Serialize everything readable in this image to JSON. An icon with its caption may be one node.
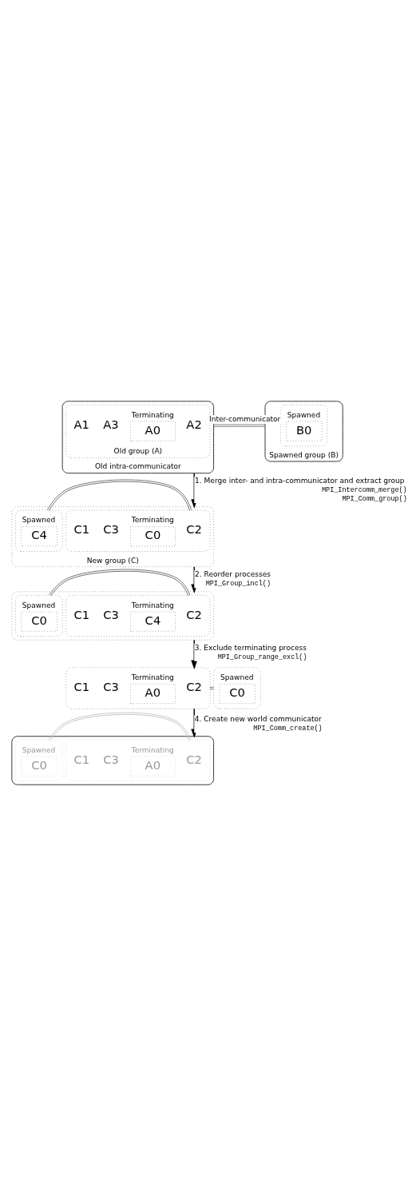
{
  "diagram": {
    "nodes": [
      {
        "text": [
          "Old intra-communicator"
        ]
      },
      {
        "text": [
          "Old group (A)"
        ],
        "in": 0
      },
      {
        "text": [
          "A2"
        ],
        "in": 1
      },
      {
        "text": [
          "Terminating",
          "A0"
        ],
        "in": 1
      },
      {
        "text": [
          "A3"
        ],
        "in": 1
      },
      {
        "text": [
          "A1"
        ],
        "in": 1
      },
      {
        "text": [
          "Spawned group (B)"
        ]
      },
      {
        "text": [],
        "shape": "cloud",
        "in": 6
      },
      {
        "text": [
          "Spawned",
          "B0"
        ],
        "in": 7
      },
      {
        "text": [
          "New group (C)"
        ]
      },
      {
        "text": [],
        "shape": "cloud",
        "in": 9
      },
      {
        "text": [
          "C2"
        ],
        "in": 10
      },
      {
        "text": [
          "Terminating",
          "C0"
        ],
        "in": 10
      },
      {
        "text": [
          "C3"
        ],
        "in": 10
      },
      {
        "text": [
          "C1"
        ],
        "in": 10
      },
      {
        "text": [],
        "shape": "cloud",
        "in": 9
      },
      {
        "text": [
          "Spawned",
          "C4"
        ],
        "in": 15
      },
      {
        "text": [],
        "shape": "cloud"
      },
      {
        "text": [],
        "shape": "cloud",
        "in": 17
      },
      {
        "text": [
          "C2"
        ],
        "in": 18
      },
      {
        "text": [
          "Terminating",
          "C4"
        ],
        "in": 18
      },
      {
        "text": [
          "C3"
        ],
        "in": 18
      },
      {
        "text": [
          "C1"
        ],
        "in": 18
      },
      {
        "text": [],
        "shape": "cloud",
        "in": 17
      },
      {
        "text": [
          "Spawned",
          "C0"
        ],
        "in": 23
      },
      {
        "text": [],
        "shape": "cloud"
      },
      {
        "text": [
          "C2"
        ],
        "in": 25
      },
      {
        "text": [
          "Terminating",
          "A0"
        ],
        "in": 25
      },
      {
        "text": [
          "C3"
        ],
        "in": 25
      },
      {
        "text": [
          "C1"
        ],
        "in": 25
      },
      {
        "text": [],
        "shape": "cloud"
      },
      {
        "text": [
          "Spawned",
          "C0"
        ],
        "in": 30
      },
      {
        "text": [],
        "shape": "cloud"
      },
      {
        "text": [],
        "shape": "cloud",
        "in": 32
      },
      {
        "text": [
          "C2"
        ],
        "in": 33
      },
      {
        "text": [
          "Terminating",
          "A0"
        ],
        "in": 33
      },
      {
        "text": [
          "C3"
        ],
        "in": 33
      },
      {
        "text": [
          "C1"
        ],
        "in": 33
      },
      {
        "text": [],
        "shape": "cloud",
        "in": 32
      },
      {
        "text": [
          "Spawned",
          "C0"
        ],
        "in": 38
      }
    ],
    "edges": [
      {
        "from": 0,
        "to": 6,
        "arrow": "none",
        "label": "Inter-communicator"
      },
      {
        "from": 0,
        "to": 9,
        "arrow": "to",
        "label": "1. Merge inter- and intra-communicator and extract group"
      },
      {
        "from": 10,
        "to": 15,
        "arrow": "none"
      },
      {
        "from": 9,
        "to": 17,
        "arrow": "to",
        "label": "2. Reorder processes"
      },
      {
        "from": 18,
        "to": 23,
        "arrow": "none"
      },
      {
        "from": 17,
        "to": 25,
        "arrow": "to",
        "label": "3. Exclude terminating process"
      },
      {
        "from": 25,
        "to": 30,
        "arrow": "none"
      },
      {
        "from": 25,
        "to": 32,
        "arrow": "to",
        "label": "4. Create new world communicator"
      },
      {
        "from": 33,
        "to": 38,
        "arrow": "none",
        "color": "#999999"
      }
    ],
    "labels": [
      "MPI_Intercomm_merge()",
      "MPI_Comm_group()",
      "MPI_Group_incl()",
      "MPI_Group_range_excl()",
      "MPI_Comm_create()"
    ]
  }
}
